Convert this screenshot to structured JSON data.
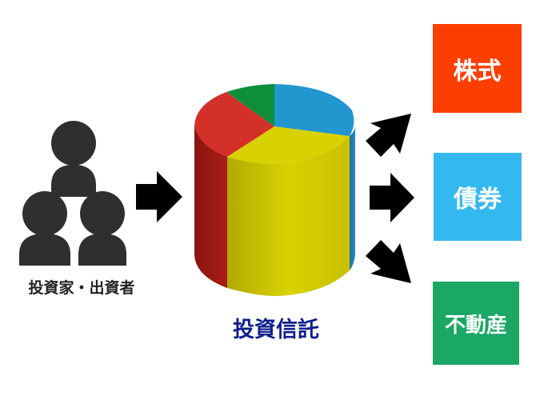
{
  "labels": {
    "investors": "投資家・出資者",
    "fund": "投資信託"
  },
  "assets": [
    {
      "label": "株式",
      "color": "#fc3f00"
    },
    {
      "label": "債券",
      "color": "#34b8f0"
    },
    {
      "label": "不動産",
      "color": "#1aa864"
    }
  ],
  "colors": {
    "person": "#2f2f2f",
    "arrow": "#000000",
    "fund_label": "#0f1f8c",
    "pie_blue": "#2196cf",
    "pie_yellow": "#d7d200",
    "pie_red": "#d4302a",
    "pie_green": "#0d8f3a"
  }
}
